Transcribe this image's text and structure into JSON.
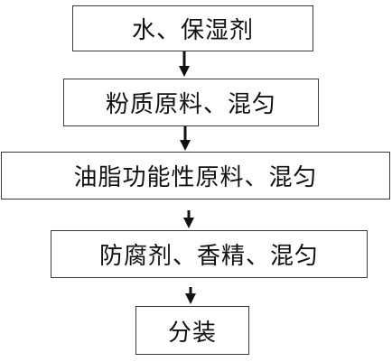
{
  "diagram": {
    "steps": [
      {
        "label": "水、保湿剂"
      },
      {
        "label": "粉质原料、混匀"
      },
      {
        "label": "油脂功能性原料、混匀"
      },
      {
        "label": "防腐剂、香精、混匀"
      },
      {
        "label": "分装"
      }
    ]
  }
}
